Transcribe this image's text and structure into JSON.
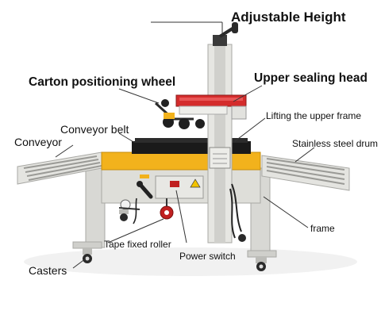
{
  "labels": {
    "adjustable_height": "Adjustable Height",
    "carton_positioning_wheel": "Carton positioning wheel",
    "upper_sealing_head": "Upper sealing head",
    "lifting_upper_frame": "Lifting the upper frame",
    "conveyor_belt": "Conveyor belt",
    "conveyor": "Conveyor",
    "stainless_steel_drum": "Stainless steel drum",
    "frame": "frame",
    "tape_fixed_roller": "Tape fixed roller",
    "power_switch": "Power switch",
    "casters": "Casters"
  },
  "colors": {
    "frame_gray": "#dcdcd8",
    "frame_shadow": "#b9b9b4",
    "yellow_panel": "#f2b21c",
    "red_head": "#d42c2c",
    "black_belt": "#1a1a1a",
    "leader_line": "#333333"
  }
}
